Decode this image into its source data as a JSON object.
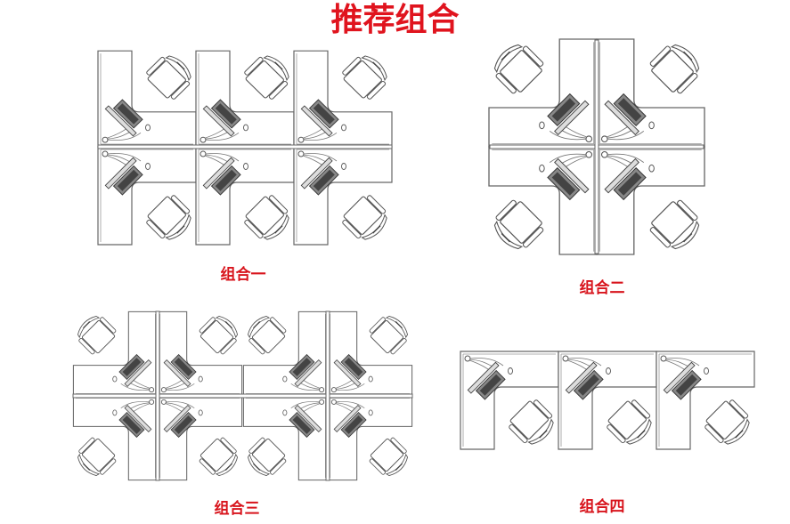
{
  "title": "推荐组合",
  "groups": [
    {
      "label": "组合一",
      "workstations": 6
    },
    {
      "label": "组合二",
      "workstations": 4
    },
    {
      "label": "组合三",
      "workstations": 8
    },
    {
      "label": "组合四",
      "workstations": 3
    }
  ],
  "colors": {
    "title": "#e0141e",
    "label": "#d8141c",
    "line": "#555555"
  }
}
